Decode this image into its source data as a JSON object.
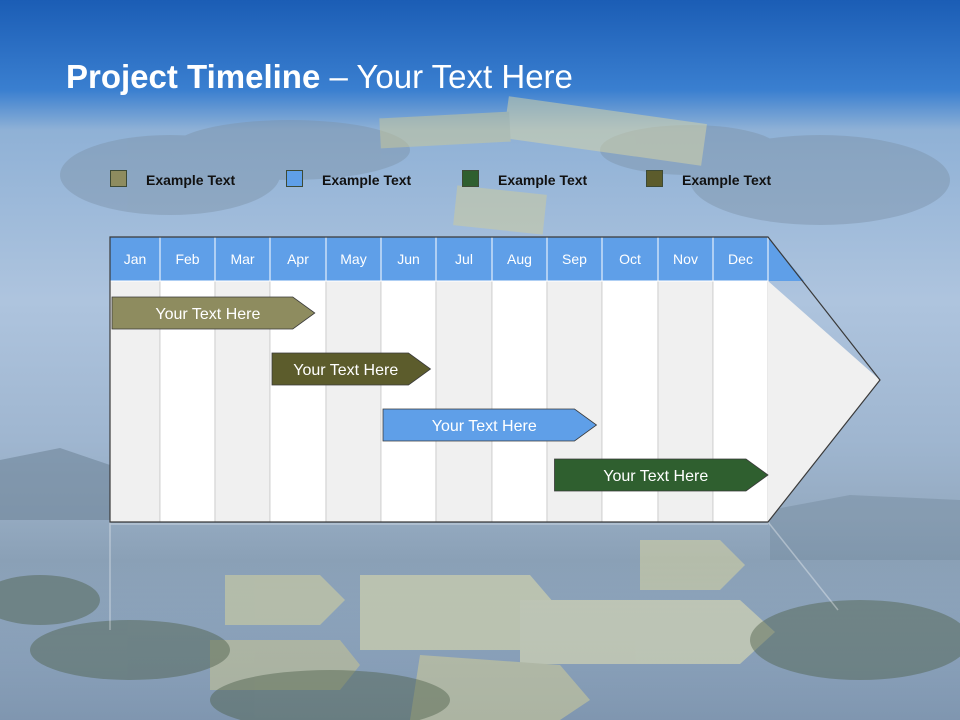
{
  "title": {
    "bold": "Project Timeline",
    "rest": " – Your Text Here"
  },
  "legend": [
    {
      "label": "Example Text",
      "color": "#8e8c5f"
    },
    {
      "label": "Example Text",
      "color": "#5f9fe8"
    },
    {
      "label": "Example Text",
      "color": "#2f5f2f"
    },
    {
      "label": "Example Text",
      "color": "#5c5c2c"
    }
  ],
  "months": [
    "Jan",
    "Feb",
    "Mar",
    "Apr",
    "May",
    "Jun",
    "Jul",
    "Aug",
    "Sep",
    "Oct",
    "Nov",
    "Dec"
  ],
  "tasks": [
    {
      "label": "Your  Text Here",
      "start_month": 0,
      "end_month": 3.8,
      "color": "#8e8c5f"
    },
    {
      "label": "Your  Text Here",
      "start_month": 3.0,
      "end_month": 5.9,
      "color": "#5c5c2c"
    },
    {
      "label": "Your  Text Here",
      "start_month": 5.0,
      "end_month": 8.9,
      "color": "#5f9fe8"
    },
    {
      "label": "Your  Text Here",
      "start_month": 8.1,
      "end_month": 12.0,
      "color": "#2f5f2f"
    }
  ],
  "colors": {
    "header_blue": "#5f9fe8",
    "column_light": "#f0f0f0",
    "column_white": "#ffffff"
  }
}
